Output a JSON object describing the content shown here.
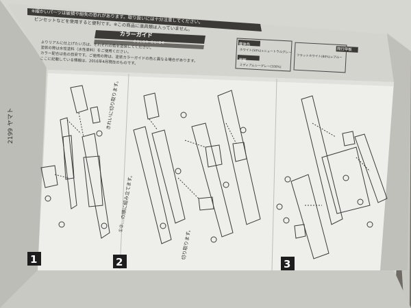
{
  "box": {
    "warning_line_1": "※細かいパーツは破損や紛失の恐れがあります。取り扱いには十分注意してください。",
    "warning_line_2": "ピンセットなどを使用すると便利です。※この商品に道具類は入っていません。",
    "color_guide_title": "カラーガイド",
    "color_guide_subtitle": "COLOR GUIDE",
    "guide_note_1": "よりリアルに仕上げたい方は、それぞれの色を塗装してください。",
    "guide_note_2": "塗装の際は水性塗料（水性塗料）をご使用ください。",
    "guide_note_3": "カラー配合は色の目安です。ご使用の際は、塗装カラーガイドの色と異なる場合があります。",
    "guide_note_4": "ここに記載している情報は、2016年4月現在のものです。",
    "side_label_1": "艦体色",
    "side_label_2": "甲板",
    "side_label_3": "飛行甲板",
    "side_text_1": "ホワイト(50%)+ニュートラルグレー(50%)",
    "side_text_2": "ミディアムシーグレー(100%)",
    "side_text_3": "フラットホワイト(80%)+ブルー",
    "logo_text": "2199 ヤマト"
  },
  "steps": [
    {
      "number": "1"
    },
    {
      "number": "2",
      "note": "①②…の順に組み立てます。"
    },
    {
      "number": "3"
    }
  ],
  "annotations": {
    "cut_note": "切り取ります。",
    "clean_note": "きれいに切り取ります。"
  },
  "colors": {
    "box_gray": "#ddddd8",
    "paper": "#eeeeeb",
    "dark_band": "#3b3a36",
    "line_art": "#3a3a3a",
    "step_box": "#1d1d1d"
  }
}
